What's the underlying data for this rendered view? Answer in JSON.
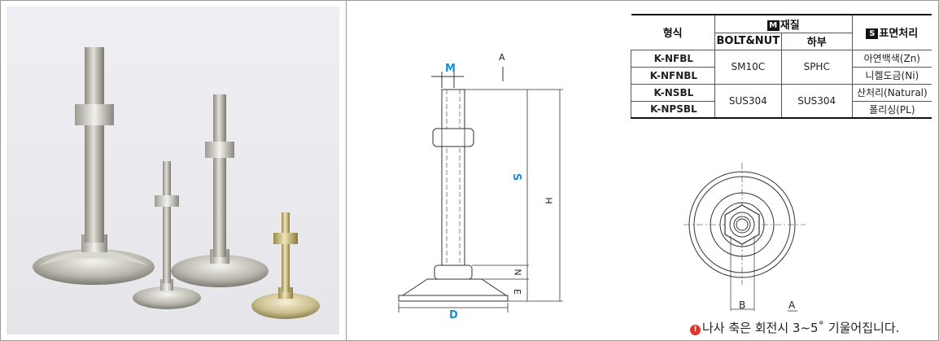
{
  "spec_table": {
    "header": {
      "model": "형식",
      "material_badge": "M",
      "material": "재질",
      "surface_badge": "S",
      "surface": "표면처리",
      "bolt_nut": "BOLT&NUT",
      "base": "하부"
    },
    "rows": [
      {
        "code": "K-NFBL",
        "bolt": "SM10C",
        "base": "SPHC",
        "surface": "아연백색(Zn)"
      },
      {
        "code": "K-NFNBL",
        "bolt": "",
        "base": "",
        "surface": "니켈도금(Ni)"
      },
      {
        "code": "K-NSBL",
        "bolt": "SUS304",
        "base": "SUS304",
        "surface": "산처리(Natural)"
      },
      {
        "code": "K-NPSBL",
        "bolt": "",
        "base": "",
        "surface": "폴리싱(PL)"
      }
    ]
  },
  "drawing": {
    "labels": {
      "M": "M",
      "A": "A",
      "S": "S",
      "H": "H",
      "N": "N",
      "E": "E",
      "D": "D"
    }
  },
  "top_view": {
    "labels": {
      "B": "B",
      "A": "A"
    }
  },
  "note": {
    "icon": "!",
    "text": "나사 축은 회전시 3~5˚ 기울어집니다."
  },
  "colors": {
    "accent": "#1a8fd6",
    "note_icon": "#e0342c"
  }
}
